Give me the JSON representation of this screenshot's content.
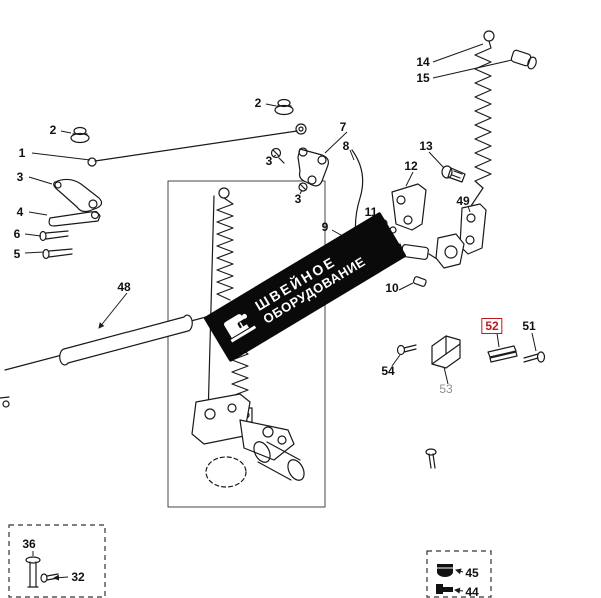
{
  "banner": {
    "line1": "ШВЕЙНОЕ",
    "line2": "ОБОРУДОВАНИЕ",
    "background": "#0a0a0a",
    "text_color": "#ffffff",
    "icon": "sewing-machine-icon"
  },
  "colors": {
    "ink": "#1a1a1a",
    "highlight_red": "#c0181c",
    "muted_label": "#8f8f8f"
  },
  "labels": [
    {
      "num": "2"
    },
    {
      "num": "1"
    },
    {
      "num": "3"
    },
    {
      "num": "4"
    },
    {
      "num": "6"
    },
    {
      "num": "5"
    },
    {
      "num": "2"
    },
    {
      "num": "7"
    },
    {
      "num": "8"
    },
    {
      "num": "3"
    },
    {
      "num": "3"
    },
    {
      "num": "12"
    },
    {
      "num": "13"
    },
    {
      "num": "14"
    },
    {
      "num": "15"
    },
    {
      "num": "49"
    },
    {
      "num": "11"
    },
    {
      "num": "9"
    },
    {
      "num": "10"
    },
    {
      "num": "48"
    },
    {
      "num": "54"
    },
    {
      "num": "53"
    },
    {
      "num": "52",
      "highlighted": true
    },
    {
      "num": "51"
    },
    {
      "num": "36"
    },
    {
      "num": "32"
    },
    {
      "num": "45"
    },
    {
      "num": "44"
    }
  ]
}
